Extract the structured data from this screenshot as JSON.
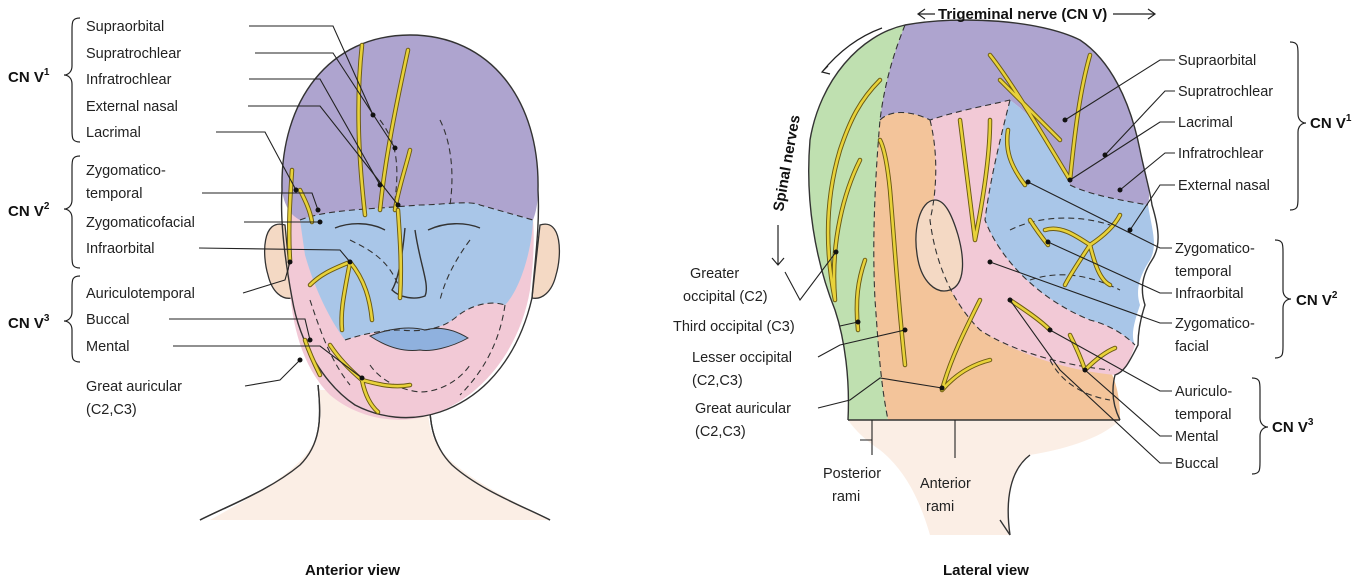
{
  "anterior": {
    "caption": "Anterior view",
    "groups": {
      "v1": "CN V",
      "v1_sup": "1",
      "v2": "CN V",
      "v2_sup": "2",
      "v3": "CN V",
      "v3_sup": "3"
    },
    "labels": {
      "supraorbital": "Supraorbital",
      "supratrochlear": "Supratrochlear",
      "infratrochlear": "Infratrochlear",
      "external_nasal": "External nasal",
      "lacrimal": "Lacrimal",
      "zygomatico_1": "Zygomatico-",
      "zygomatico_2": "temporal",
      "zygomaticofacial": "Zygomaticofacial",
      "infraorbital": "Infraorbital",
      "auriculotemporal": "Auriculotemporal",
      "buccal": "Buccal",
      "mental": "Mental",
      "great_auricular_1": "Great auricular",
      "great_auricular_2": "(C2,C3)"
    }
  },
  "lateral": {
    "caption": "Lateral view",
    "trigeminal": "Trigeminal nerve (CN V)",
    "spinal": "Spinal nerves",
    "groups": {
      "v1": "CN V",
      "v1_sup": "1",
      "v2": "CN V",
      "v2_sup": "2",
      "v3": "CN V",
      "v3_sup": "3"
    },
    "labels": {
      "supraorbital": "Supraorbital",
      "supratrochlear": "Supratrochlear",
      "lacrimal": "Lacrimal",
      "infratrochlear": "Infratrochlear",
      "external_nasal": "External nasal",
      "zygomatico_1": "Zygomatico-",
      "zygomatico_2": "temporal",
      "infraorbital": "Infraorbital",
      "zygomaticofacial_1": "Zygomatico-",
      "zygomaticofacial_2": "facial",
      "auriculo_1": "Auriculo-",
      "auriculo_2": "temporal",
      "mental": "Mental",
      "buccal": "Buccal",
      "greater_occipital_1": "Greater",
      "greater_occipital_2": "occipital (C2)",
      "third_occipital": "Third occipital (C3)",
      "lesser_occipital_1": "Lesser occipital",
      "lesser_occipital_2": "(C2,C3)",
      "great_auricular_1": "Great auricular",
      "great_auricular_2": "(C2,C3)",
      "posterior_1": "Posterior",
      "posterior_2": "rami",
      "anterior_1": "Anterior",
      "anterior_2": "rami"
    }
  },
  "colors": {
    "v1": "#aea4cf",
    "v2": "#a9c6e8",
    "v3": "#f2c9d6",
    "dorsal": "#bfe0b0",
    "cervical": "#f3c49a",
    "neck": "#fbeee5",
    "skin": "#f4d9c4",
    "nerve": "#e8d23a"
  }
}
